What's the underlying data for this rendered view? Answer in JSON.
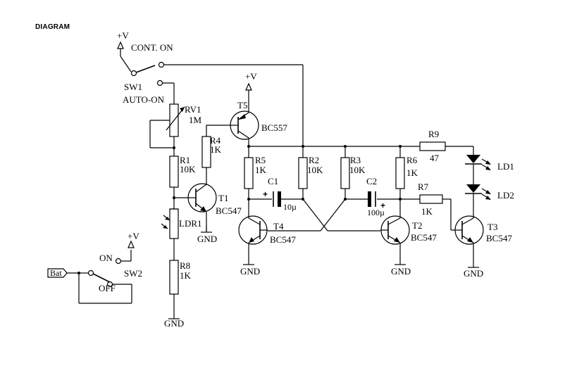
{
  "title": "DIAGRAM",
  "supply": "+V",
  "ground": "GND",
  "switches": {
    "sw1": {
      "name": "SW1",
      "pos_a": "CONT. ON",
      "pos_b": "AUTO-ON"
    },
    "sw2": {
      "name": "SW2",
      "pos_a": "ON",
      "pos_b": "OFF",
      "input": "Bat"
    }
  },
  "components": {
    "rv1": {
      "ref": "RV1",
      "value": "1M"
    },
    "r1": {
      "ref": "R1",
      "value": "10K"
    },
    "ldr1": {
      "ref": "LDR1"
    },
    "r8": {
      "ref": "R8",
      "value": "1K"
    },
    "r4": {
      "ref": "R4",
      "value": "1K"
    },
    "t1": {
      "ref": "T1",
      "type": "BC547"
    },
    "t5": {
      "ref": "T5",
      "type": "BC557"
    },
    "r5": {
      "ref": "R5",
      "value": "1K"
    },
    "r2": {
      "ref": "R2",
      "value": "10K"
    },
    "r3": {
      "ref": "R3",
      "value": "10K"
    },
    "r6": {
      "ref": "R6",
      "value": "1K"
    },
    "c1": {
      "ref": "C1",
      "value": "10µ"
    },
    "c2": {
      "ref": "C2",
      "value": "100µ"
    },
    "t4": {
      "ref": "T4",
      "type": "BC547"
    },
    "t2": {
      "ref": "T2",
      "type": "BC547"
    },
    "r7": {
      "ref": "R7",
      "value": "1K"
    },
    "r9": {
      "ref": "R9",
      "value": "47"
    },
    "ld1": {
      "ref": "LD1"
    },
    "ld2": {
      "ref": "LD2"
    },
    "t3": {
      "ref": "T3",
      "type": "BC547"
    }
  }
}
